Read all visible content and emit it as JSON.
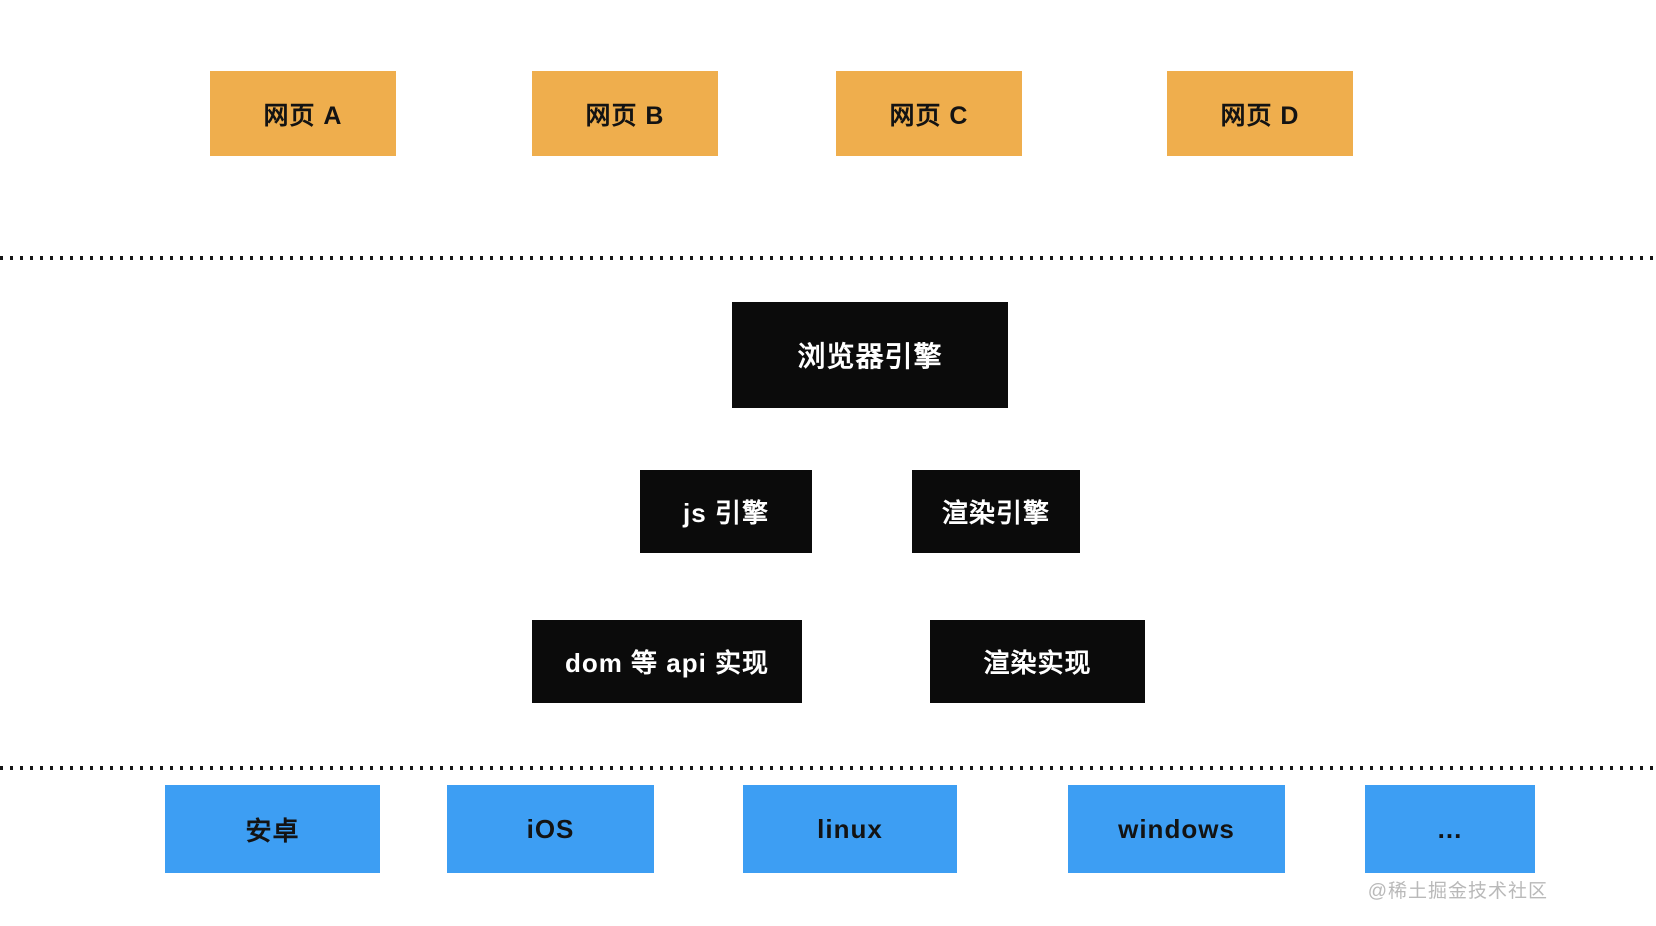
{
  "diagram": {
    "title_hint": "browser architecture layers diagram",
    "webpages": [
      {
        "label": "网页 A"
      },
      {
        "label": "网页 B"
      },
      {
        "label": "网页 C"
      },
      {
        "label": "网页 D"
      }
    ],
    "browser_engine": {
      "label": "浏览器引擎"
    },
    "engines": [
      {
        "label": "js 引擎"
      },
      {
        "label": "渲染引擎"
      }
    ],
    "implementations": [
      {
        "label": "dom 等 api 实现"
      },
      {
        "label": "渲染实现"
      }
    ],
    "platforms": [
      {
        "label": "安卓"
      },
      {
        "label": "iOS"
      },
      {
        "label": "linux"
      },
      {
        "label": "windows"
      },
      {
        "label": "..."
      }
    ]
  },
  "colors": {
    "webpage_box": "#efae4d",
    "engine_box": "#0b0b0b",
    "platform_box": "#3d9ef3",
    "box_text_dark": "#131313",
    "box_text_light": "#ffffff",
    "divider_dots": "#141414",
    "watermark_text": "#b9b9b9",
    "background": "#ffffff"
  },
  "watermark": {
    "text": "@稀土掘金技术社区"
  }
}
